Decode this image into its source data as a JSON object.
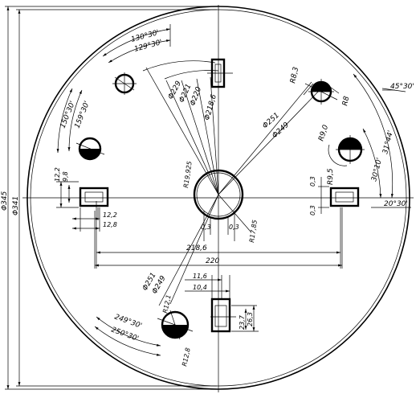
{
  "drawing": {
    "dims": {
      "d345": "Φ345",
      "d341": "Φ341",
      "a130_30": "130°30'",
      "a129_30": "129°30'",
      "a150_30": "150°30'",
      "a159_30": "159°30'",
      "d229": "Φ229",
      "d221": "Φ221",
      "d220": "Φ220",
      "d218_6": "Φ218,6",
      "r8_3": "R8,3",
      "r8": "R8",
      "a45_30": "45°30'",
      "d251_top": "Φ251",
      "d249_top": "Φ249",
      "r9_0": "R9,0",
      "a31_44": "31°44'",
      "a30_10": "30°10'",
      "r9_5": "R9,5",
      "a20_30": "20°30'",
      "v0_3_top": "0,3",
      "v0_3_bot": "0,3",
      "r19_925": "R19,925",
      "v12_2_v": "12,2",
      "v9_8": "9,8",
      "v12_2_h": "12,2",
      "v12_8": "12,8",
      "c0_3_l": "0,3",
      "c0_3_r": "0,3",
      "r17_85": "R17,85",
      "d218_6_h": "218,6",
      "d220_h": "220",
      "v11_6": "11,6",
      "v10_4": "10,4",
      "d251_bot": "Φ251",
      "d249_bot": "Φ249",
      "r12_1": "R12,1",
      "a249_30": "249°30'",
      "a250_30": "250°30'",
      "r12_8": "R12,8",
      "v23_7": "23,7",
      "v26_3": "26,3"
    }
  }
}
